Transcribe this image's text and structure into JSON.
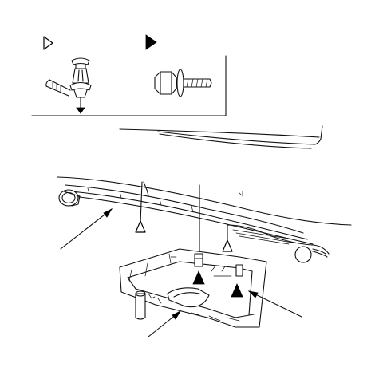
{
  "diagram": {
    "legend": [
      {
        "symbol": "open-triangle",
        "fastener": "push-clip"
      },
      {
        "symbol": "filled-triangle",
        "fastener": "flange-bolt"
      }
    ],
    "parts": [
      "bumper-upper-beam",
      "fog-light-housing",
      "lower-cover-panel"
    ],
    "leaders": 3,
    "colors": {
      "ink": "#111111",
      "paper": "#ffffff"
    }
  }
}
